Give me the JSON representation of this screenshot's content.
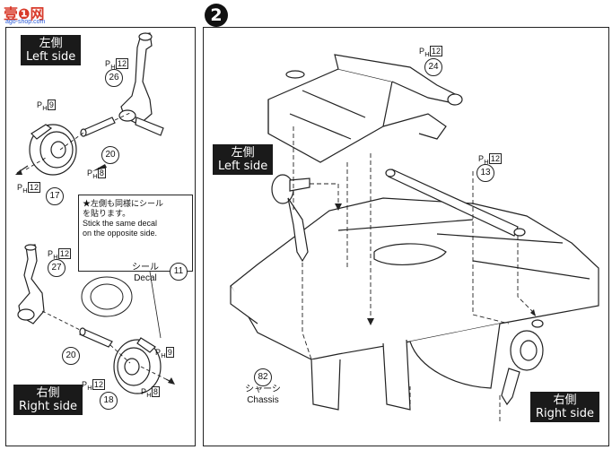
{
  "watermark": {
    "text": "壹❶网",
    "sub": "ago-shop.com"
  },
  "step2": {
    "badge": "2"
  },
  "left_panel": {
    "left_side": {
      "ja": "左側",
      "en": "Left side"
    },
    "right_side": {
      "ja": "右側",
      "en": "Right side"
    },
    "labels": {
      "p12_top": {
        "prefix": "P",
        "sub": "H",
        "num": "12"
      },
      "p9_top": {
        "prefix": "P",
        "sub": "H",
        "num": "9"
      },
      "p8_top": {
        "prefix": "P",
        "sub": "H",
        "num": "8"
      },
      "p12_mid": {
        "prefix": "P",
        "sub": "H",
        "num": "12"
      },
      "p12_b1": {
        "prefix": "P",
        "sub": "H",
        "num": "12"
      },
      "p9_b": {
        "prefix": "P",
        "sub": "H",
        "num": "9"
      },
      "p12_b2": {
        "prefix": "P",
        "sub": "H",
        "num": "12"
      },
      "p8_b": {
        "prefix": "P",
        "sub": "H",
        "num": "8"
      }
    },
    "parts": {
      "p26": "26",
      "p20a": "20",
      "p17": "17",
      "p27": "27",
      "p20b": "20",
      "p18": "18"
    },
    "note": {
      "line1": "★左側も同様にシール",
      "line2": "を貼ります。",
      "line3": "Stick the same decal",
      "line4": "on the opposite side."
    },
    "decal": {
      "ja": "シール",
      "en": "Decal",
      "num": "11"
    }
  },
  "right_panel": {
    "left_side": {
      "ja": "左側",
      "en": "Left side"
    },
    "right_side": {
      "ja": "右側",
      "en": "Right side"
    },
    "labels": {
      "p12_top": {
        "prefix": "P",
        "sub": "H",
        "num": "12"
      },
      "p12_right": {
        "prefix": "P",
        "sub": "H",
        "num": "12"
      }
    },
    "parts": {
      "p24": "24",
      "p13": "13",
      "p82": "82"
    },
    "chassis": {
      "ja": "シャーシ",
      "en": "Chassis"
    }
  }
}
